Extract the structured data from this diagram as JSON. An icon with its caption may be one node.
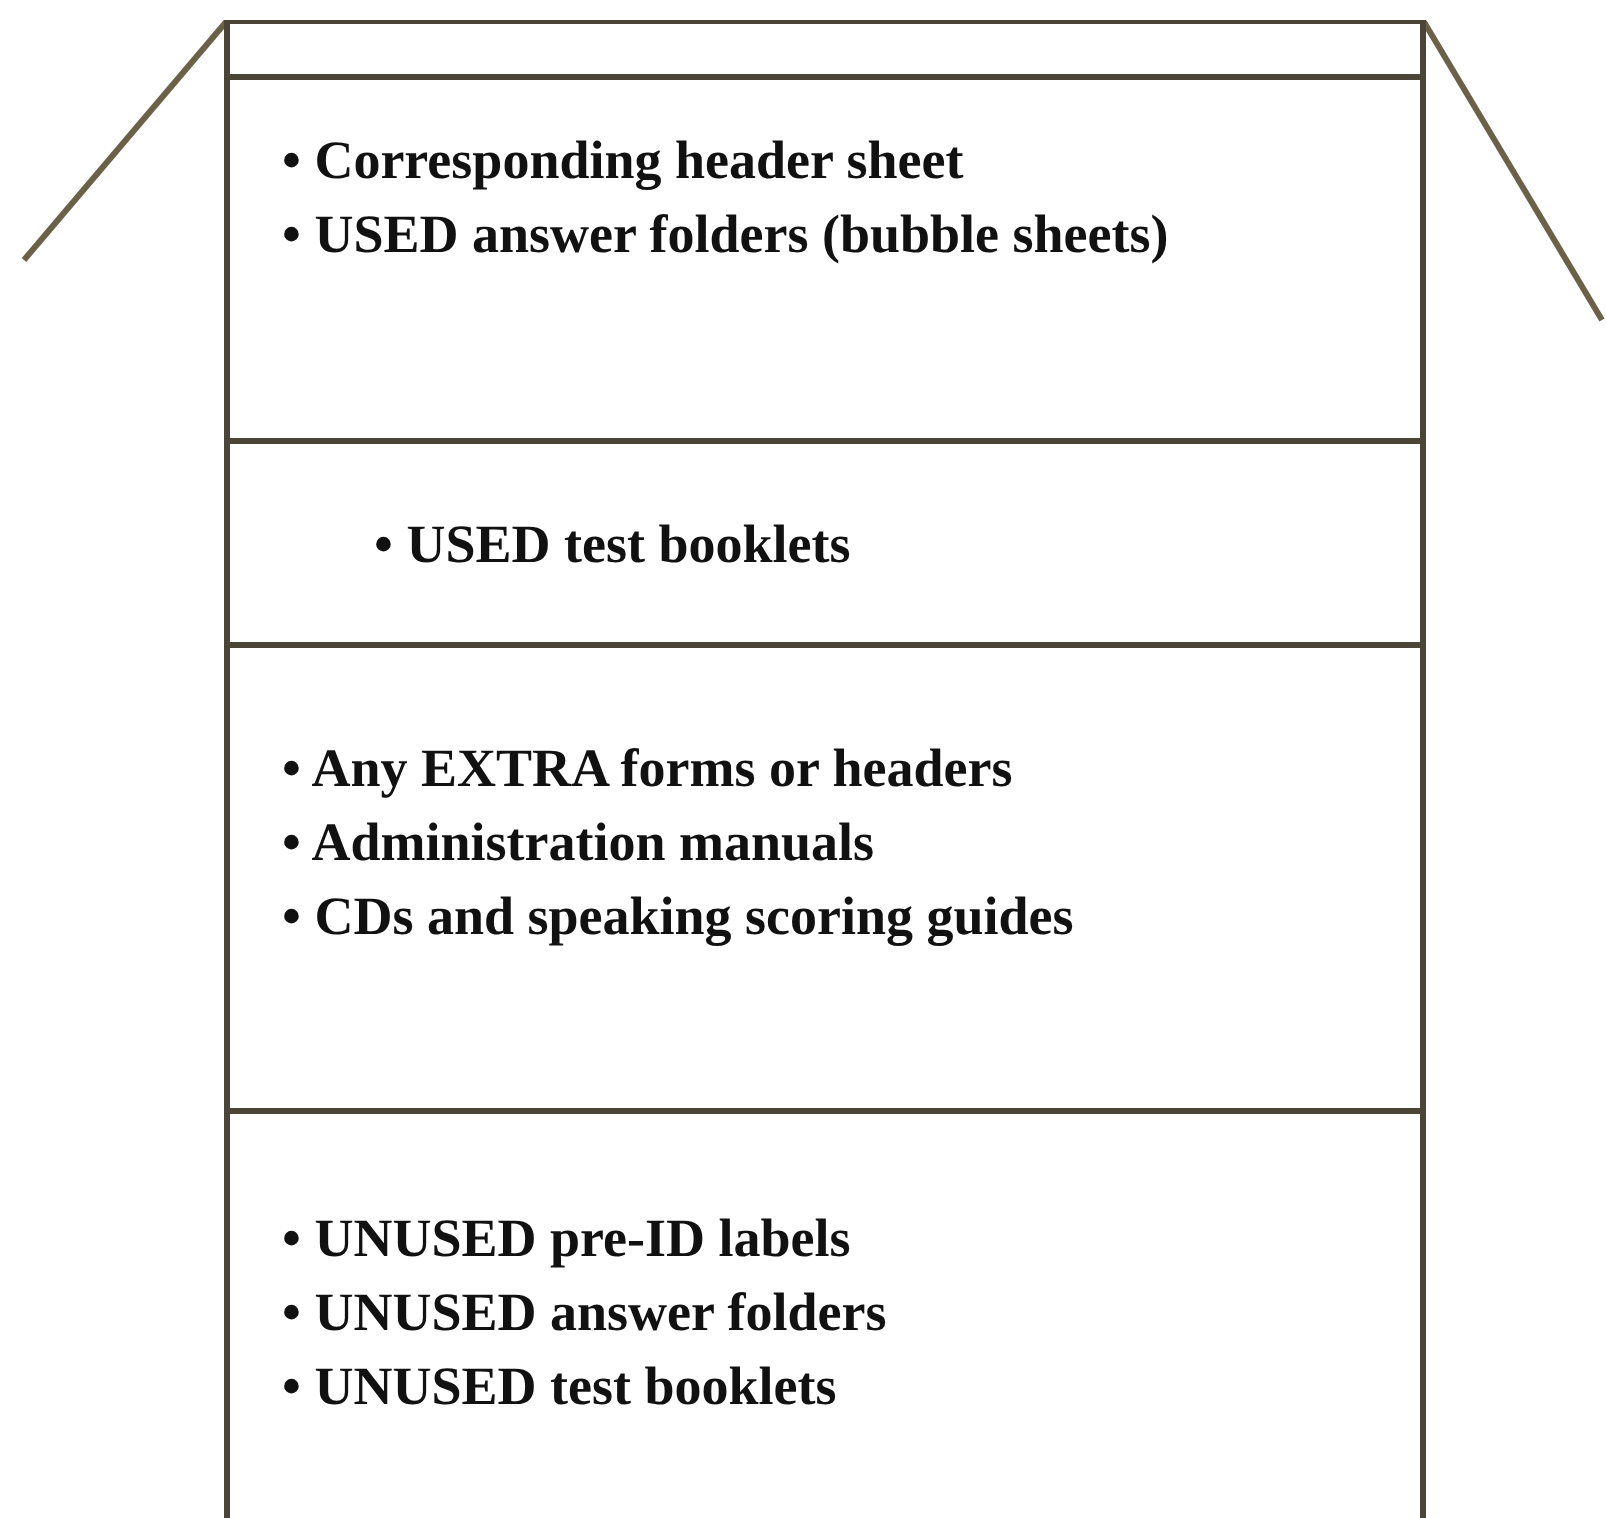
{
  "diagram": {
    "nodes": [
      {
        "text": [],
        "shape": "box"
      },
      {
        "text": [],
        "shape": "bar",
        "in": 0
      },
      {
        "text": [
          "• Corresponding header sheet",
          "• USED answer folders (bubble sheets)"
        ],
        "in": 0
      },
      {
        "text": [
          "• USED test booklets"
        ],
        "in": 0
      },
      {
        "text": [
          "• Any EXTRA forms or headers",
          "• Administration manuals",
          "• CDs and speaking scoring guides"
        ],
        "in": 0
      },
      {
        "text": [
          "• UNUSED pre-ID labels",
          "• UNUSED answer folders",
          "• UNUSED test booklets"
        ],
        "in": 0
      }
    ],
    "edges": []
  }
}
